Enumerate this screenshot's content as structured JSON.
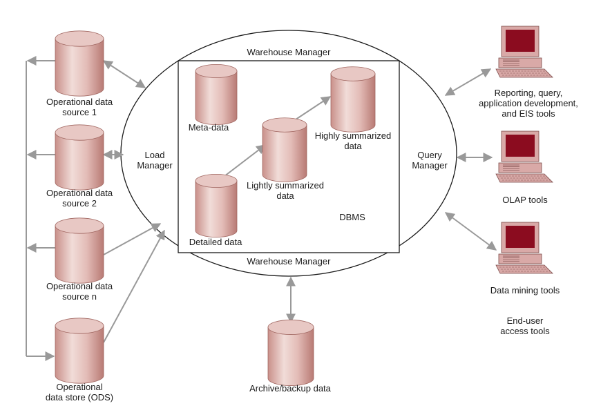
{
  "diagram": {
    "colors": {
      "cylinder_fill": "#e8c8c4",
      "cylinder_shade": "#c9908a",
      "cylinder_stroke": "#a06660",
      "arrow": "#999999",
      "computer_body": "#d9a9a7",
      "computer_screen": "#8b0c1f"
    },
    "sources": [
      {
        "line1": "Operational data",
        "line2": "source 1"
      },
      {
        "line1": "Operational data",
        "line2": "source 2"
      },
      {
        "line1": "Operational data",
        "line2": "source n"
      },
      {
        "line1": "Operational",
        "line2": "data store (ODS)"
      }
    ],
    "warehouse_manager_top": "Warehouse Manager",
    "warehouse_manager_bottom": "Warehouse Manager",
    "load_manager": {
      "line1": "Load",
      "line2": "Manager"
    },
    "query_manager": {
      "line1": "Query",
      "line2": "Manager"
    },
    "stores": {
      "meta_data": "Meta-data",
      "detailed_data": "Detailed data",
      "lightly_summarized": {
        "line1": "Lightly summarized",
        "line2": "data"
      },
      "highly_summarized": {
        "line1": "Highly summarized",
        "line2": "data"
      },
      "dbms": "DBMS"
    },
    "archive": "Archive/backup data",
    "tools": [
      {
        "lines": [
          "Reporting, query,",
          "application development,",
          "and EIS tools"
        ]
      },
      {
        "lines": [
          "OLAP tools"
        ]
      },
      {
        "lines": [
          "Data mining tools"
        ]
      }
    ],
    "end_user": {
      "line1": "End-user",
      "line2": "access tools"
    }
  }
}
